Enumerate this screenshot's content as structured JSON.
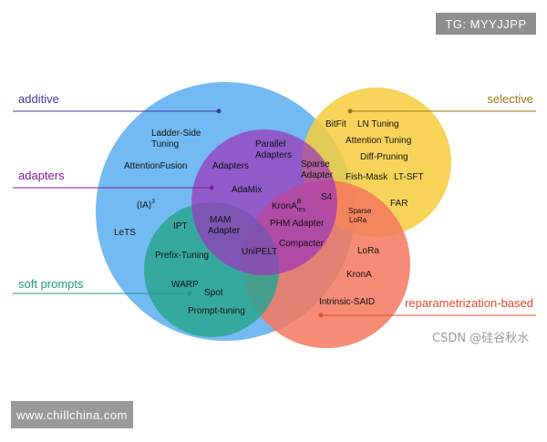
{
  "badges": {
    "top": "TG: MYYJJPP",
    "bottom": "www.chillchina.com"
  },
  "watermark": "CSDN @硅谷秋水",
  "colors": {
    "additive": "#5aaef0",
    "selective": "#f6cc3c",
    "adapters": "#9b35b8",
    "soft_prompts": "#2aa592",
    "reparametrization": "#f4775e",
    "additive_text": "#3b3b9e",
    "selective_text": "#9a7a10",
    "adapters_text": "#8a1a9e",
    "soft_prompts_text": "#1f9a86",
    "reparam_text": "#e14a2a"
  },
  "categories": {
    "additive": "additive",
    "selective": "selective",
    "adapters": "adapters",
    "soft_prompts": "soft prompts",
    "reparametrization": "reparametrization-based"
  },
  "methods": {
    "ladder_side_1": "Ladder-Side",
    "ladder_side_2": "Tuning",
    "attention_fusion": "AttentionFusion",
    "ia3": "(IA)",
    "ia3_sup": "3",
    "lets": "LeTS",
    "parallel_1": "Parallel",
    "parallel_2": "Adapters",
    "adapters": "Adapters",
    "adamix": "AdaMix",
    "mam_1": "MAM",
    "mam_2": "Adapter",
    "ipt": "IPT",
    "prefix_tuning": "Prefix-Tuning",
    "warp": "WARP",
    "spot": "Spot",
    "prompt_tuning": "Prompt-tuning",
    "sparse_adapter_1": "Sparse",
    "sparse_adapter_2": "Adapter",
    "s4": "S4",
    "krona_base": "KronA",
    "krona_sup": "B",
    "krona_sub": "res",
    "phm_adapter": "PHM Adapter",
    "compacter": "Compacter",
    "unipelt": "UniPELT",
    "bitfit": "BitFit",
    "ln_tuning": "LN Tuning",
    "attention_tuning": "Attention Tuning",
    "diff_pruning": "Diff-Pruning",
    "fish_mask": "Fish-Mask",
    "lt_sft": "LT-SFT",
    "far": "FAR",
    "sparse_lora_1": "Sparse",
    "sparse_lora_2": "LoRa",
    "lora": "LoRa",
    "krona": "KronA",
    "intrinsic_said": "Intrinsic-SAID"
  }
}
